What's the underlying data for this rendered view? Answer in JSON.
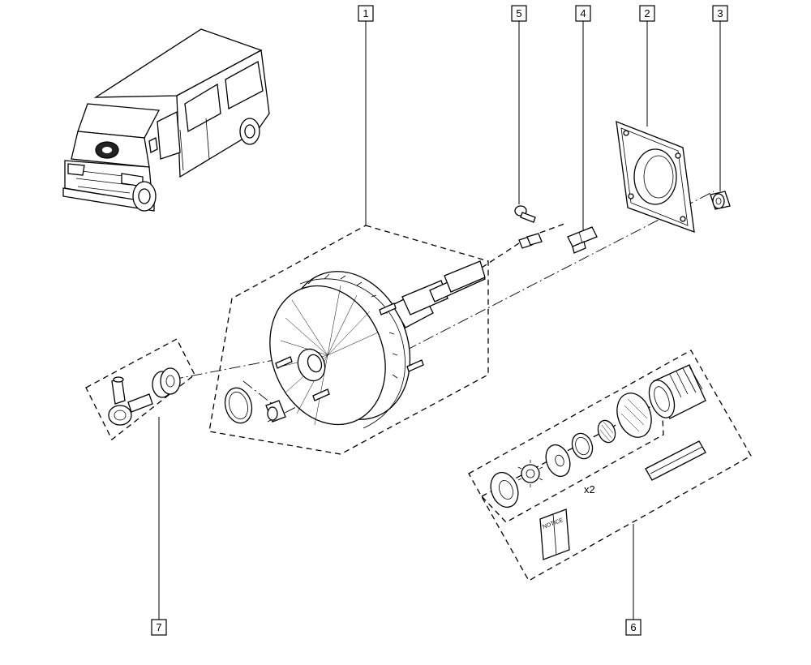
{
  "callouts": [
    {
      "id": "1",
      "label": "1"
    },
    {
      "id": "2",
      "label": "2"
    },
    {
      "id": "3",
      "label": "3"
    },
    {
      "id": "4",
      "label": "4"
    },
    {
      "id": "5",
      "label": "5"
    },
    {
      "id": "6",
      "label": "6"
    },
    {
      "id": "7",
      "label": "7"
    }
  ],
  "annotations": {
    "quantity": "x2",
    "notice_label": "NOTICE"
  }
}
